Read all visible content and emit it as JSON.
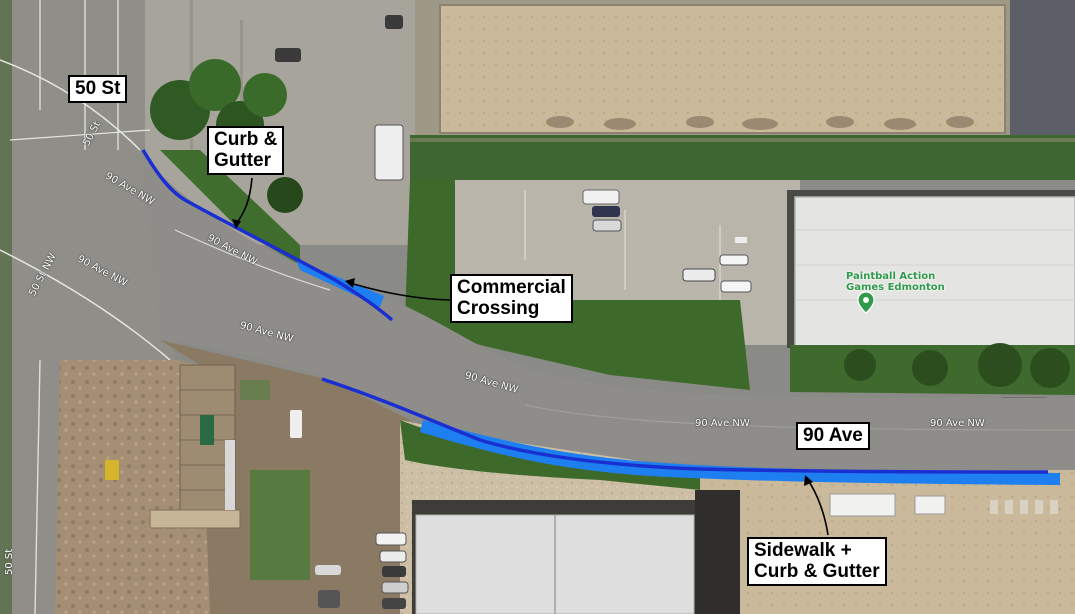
{
  "map": {
    "callouts": {
      "street_50": "50 St",
      "curb_gutter": "Curb &\nGutter",
      "commercial_crossing": "Commercial\nCrossing",
      "ave_90": "90 Ave",
      "sidewalk_curb_gutter": "Sidewalk +\nCurb & Gutter"
    },
    "street_labels": {
      "ave_90_a": "90 Ave NW",
      "ave_90_b": "90 Ave NW",
      "ave_90_c": "90 Ave NW",
      "ave_90_d": "90 Ave NW",
      "ave_90_e": "90 Ave NW",
      "ave_90_f": "90 Ave NW",
      "ave_90_g": "90 Ave NW",
      "st_50_nw": "50 St NW",
      "st_50_top": "50 St",
      "st_50_edge": "50 St"
    },
    "poi": {
      "name": "Paintball Action\nGames Edmonton",
      "icon": "map-pin-icon"
    },
    "colors": {
      "curb_line": "#1a2fd1",
      "sidewalk_band": "#1e7ff0",
      "callout_bg": "#ffffff",
      "road": "#8d8c88",
      "grass": "#3d6a2a",
      "lot": "#c9c3b6",
      "roof": "#e4e4e2",
      "poi_green": "#2f9a4a"
    }
  }
}
